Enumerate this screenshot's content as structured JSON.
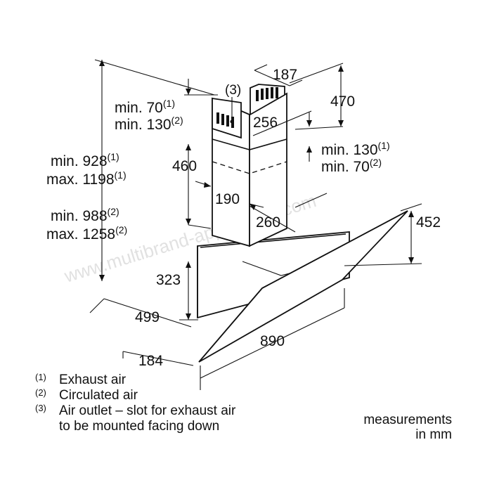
{
  "dimensions": {
    "top_depth": "187",
    "chimney_height": "470",
    "chimney_width": "256",
    "chimney_lower": "460",
    "chimney_inner_width": "190",
    "chimney_depth": "260",
    "canopy_height": "452",
    "body_height": "323",
    "body_depth": "499",
    "total_width": "890",
    "glass_depth": "184"
  },
  "clearances": {
    "top_left_line1": "min. 70",
    "top_left_sup1": "(1)",
    "top_left_line2": "min. 130",
    "top_left_sup2": "(2)",
    "right_line1": "min. 130",
    "right_sup1": "(1)",
    "right_line2": "min. 70",
    "right_sup2": "(2)"
  },
  "heights": {
    "exhaust_min": "min. 928",
    "exhaust_min_sup": "(1)",
    "exhaust_max": "max. 1198",
    "exhaust_max_sup": "(1)",
    "circulated_min": "min. 988",
    "circulated_min_sup": "(2)",
    "circulated_max": "max. 1258",
    "circulated_max_sup": "(2)"
  },
  "callout": "(3)",
  "legend": [
    {
      "marker": "(1)",
      "text": "Exhaust air"
    },
    {
      "marker": "(2)",
      "text": "Circulated air"
    },
    {
      "marker": "(3)",
      "text": "Air outlet – slot for exhaust air"
    },
    {
      "marker": "",
      "text": "to be mounted facing down"
    }
  ],
  "units_note": {
    "line1": "measurements",
    "line2": "in mm"
  },
  "watermark": "www.multibrand-appliances.com",
  "colors": {
    "ink": "#111111",
    "background": "#ffffff",
    "watermark": "#c9c9c9"
  }
}
